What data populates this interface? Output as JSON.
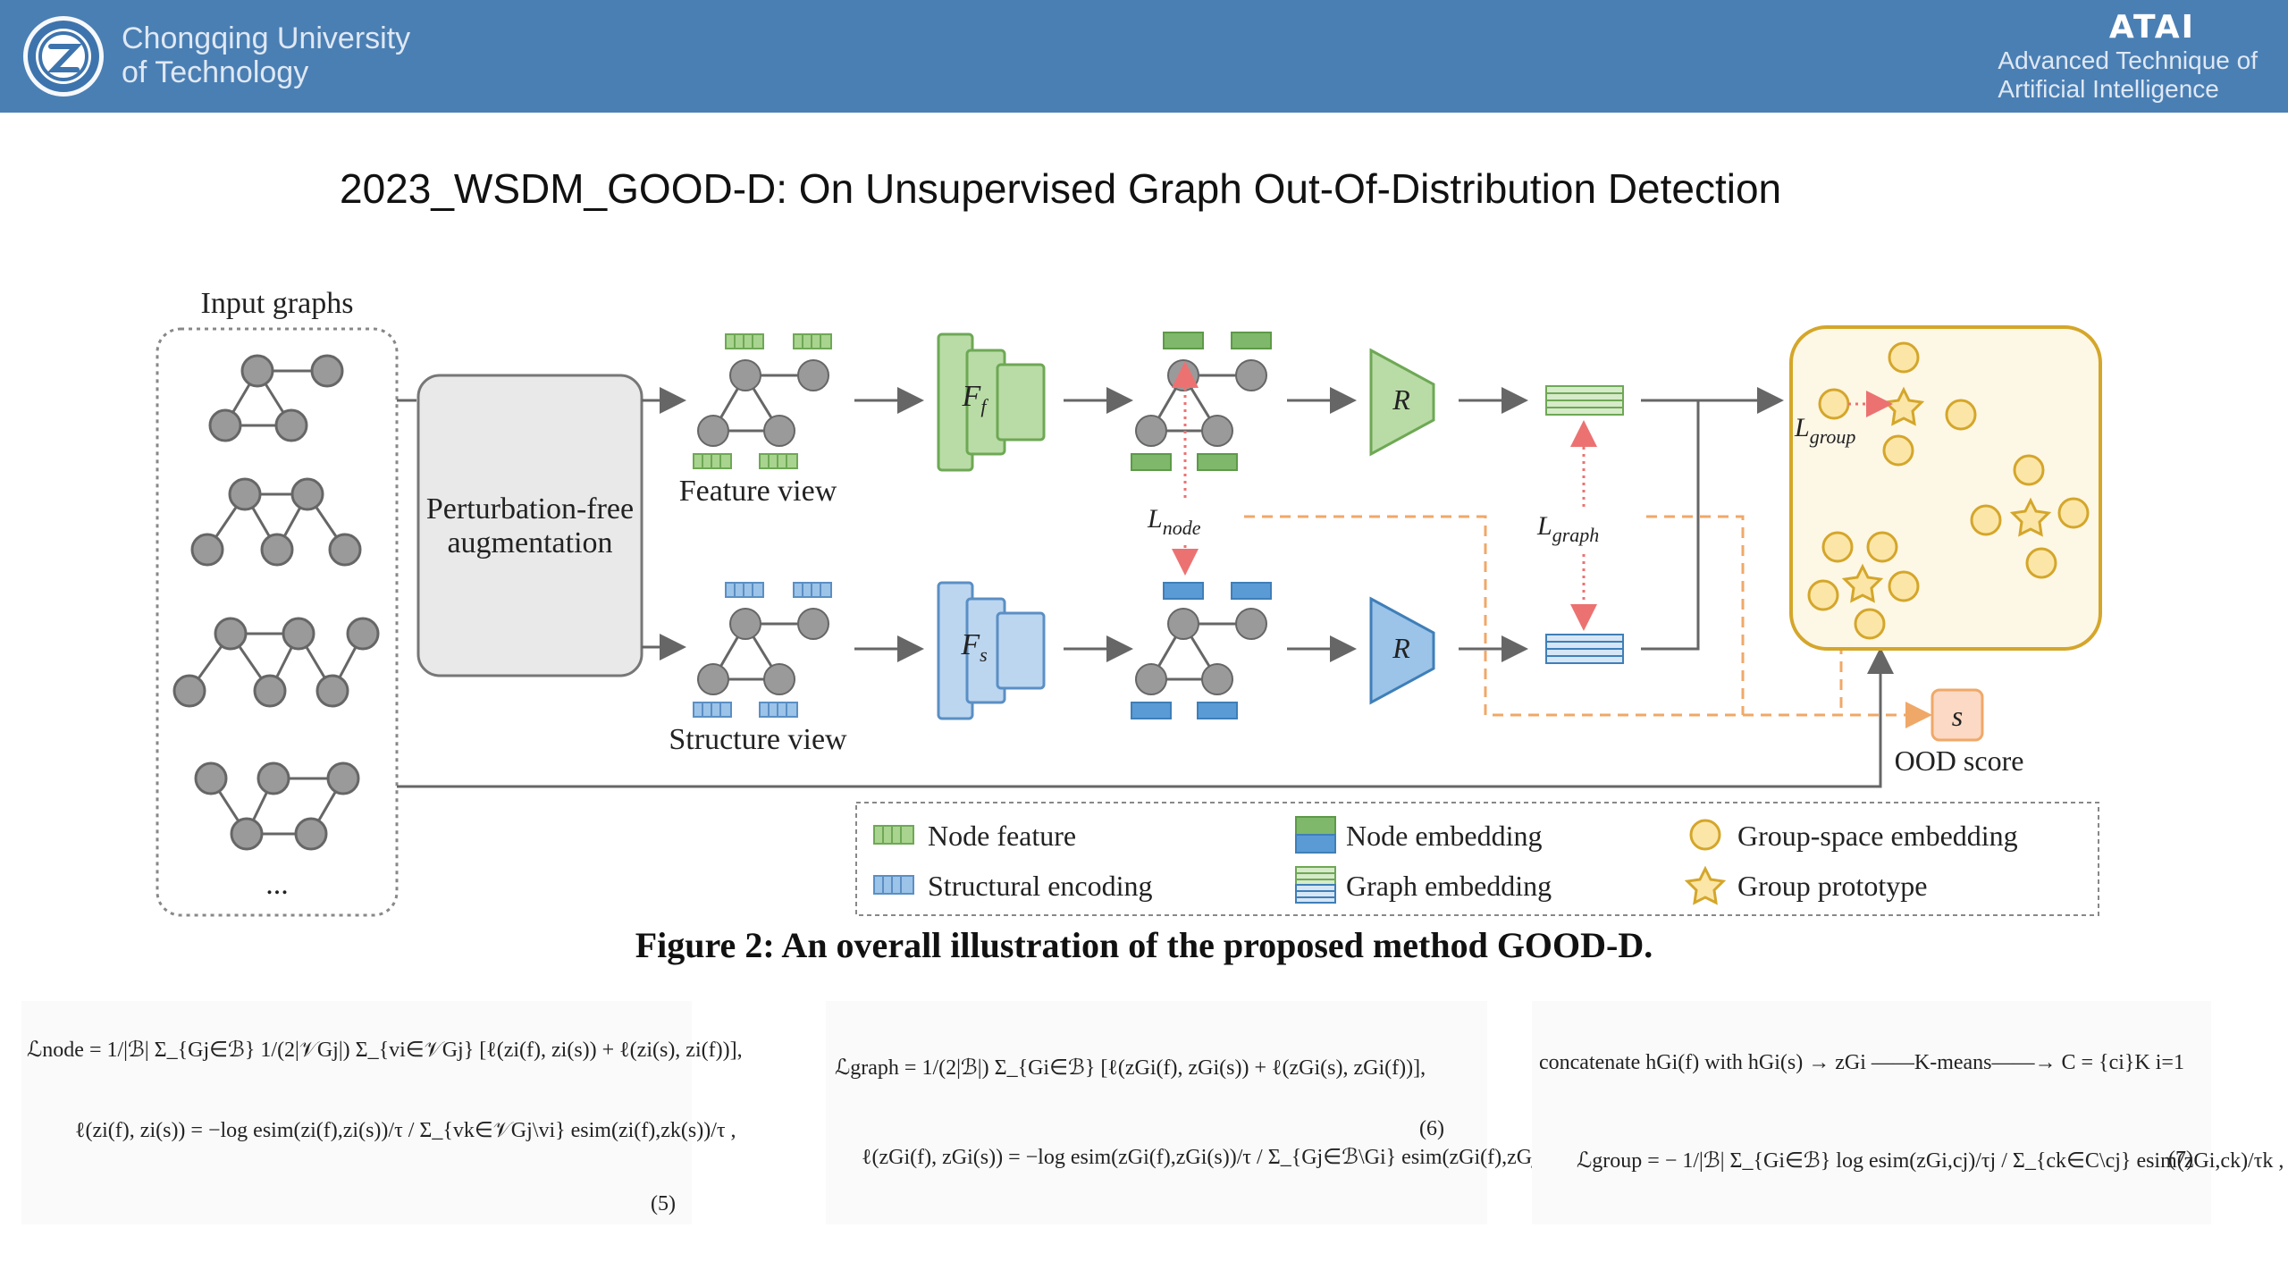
{
  "header": {
    "university_line1": "Chongqing University",
    "university_line2": "of Technology",
    "lab_name": "ATAI",
    "lab_line1": "Advanced Technique of",
    "lab_line2": "Artificial  Intelligence"
  },
  "slide_title": "2023_WSDM_GOOD-D: On Unsupervised Graph Out-Of-Distribution Detection",
  "diagram": {
    "input_graphs_label": "Input graphs",
    "ellipsis": "...",
    "augmentation_line1": "Perturbation-free",
    "augmentation_line2": "augmentation",
    "feature_view_label": "Feature view",
    "structure_view_label": "Structure view",
    "encoder_f": "F",
    "encoder_f_sub": "f",
    "encoder_s": "F",
    "encoder_s_sub": "s",
    "readout": "R",
    "l_node": "L",
    "l_node_sub": "node",
    "l_graph": "L",
    "l_graph_sub": "graph",
    "l_group": "L",
    "l_group_sub": "group",
    "score": "s",
    "ood_score_label": "OOD score"
  },
  "legend": {
    "node_feature": "Node feature",
    "structural_encoding": "Structural encoding",
    "node_embedding": "Node embedding",
    "graph_embedding": "Graph embedding",
    "group_space_embedding": "Group-space embedding",
    "group_prototype": "Group prototype"
  },
  "caption": "Figure 2: An overall illustration of the proposed method GOOD-D.",
  "equations": {
    "node_loss": "ℒnode = 1/|ℬ| Σ_{Gj∈ℬ} 1/(2|𝒱Gj|) Σ_{vi∈𝒱Gj} [ℓ(zi(f), zi(s)) + ℓ(zi(s), zi(f))],",
    "node_ell": "ℓ(zi(f), zi(s)) = −log  esim(zi(f),zi(s))/τ / Σ_{vk∈𝒱Gj\\vi} esim(zi(f),zk(s))/τ ,",
    "node_num": "(5)",
    "graph_loss": "ℒgraph = 1/(2|ℬ|) Σ_{Gi∈ℬ} [ℓ(zGi(f), zGi(s)) + ℓ(zGi(s), zGi(f))],",
    "graph_ell": "ℓ(zGi(f), zGi(s)) = −log  esim(zGi(f),zGi(s))/τ / Σ_{Gj∈ℬ\\Gi} esim(zGi(f),zGj(s))/τ ,",
    "graph_num": "(6)",
    "concat": "concatenate hGi(f) with hGi(s) → zGi ——K-means——→ C = {ci}K i=1",
    "group_loss": "ℒgroup = − 1/|ℬ| Σ_{Gi∈ℬ} log  esim(zGi,cj)/τj / Σ_{ck∈C\\cj} esim(zGi,ck)/τk ,",
    "group_num": "(7)"
  },
  "colors": {
    "header_bg": "#4a7fb4",
    "green": "#7fb86a",
    "blue": "#5b9bd5",
    "gold": "#d4a62a",
    "orange_dashed": "#f0a868",
    "pink_dotted": "#ec7272"
  }
}
